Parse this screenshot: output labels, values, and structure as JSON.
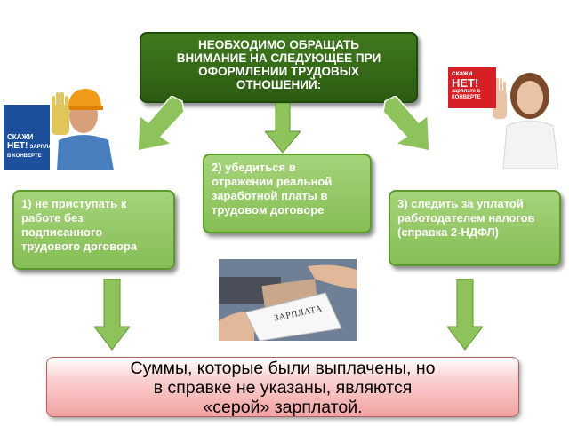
{
  "header": {
    "lines": [
      "НЕОБХОДИМО ОБРАЩАТЬ",
      "ВНИМАНИЕ НА СЛЕДУЮЩЕЕ ПРИ",
      "ОФОРМЛЕНИИ ТРУДОВЫХ",
      "ОТНОШЕНИЙ:"
    ]
  },
  "items": [
    {
      "lines": [
        "1) не приступать к",
        "работе без",
        "подписанного",
        "трудового договора"
      ]
    },
    {
      "lines": [
        "2) убедиться в",
        "отражении реальной",
        "заработной платы в",
        "трудовом договоре"
      ]
    },
    {
      "lines": [
        "3) следить за уплатой",
        "работодателем налогов",
        "(справка 2-НДФЛ)"
      ]
    }
  ],
  "conclusion": {
    "lines": [
      "Суммы, которые были выплачены, но",
      "в справке не указаны, являются",
      "«серой» зарплатой."
    ]
  },
  "left_sign": {
    "line1": "СКАЖИ",
    "line2": "НЕТ!",
    "line2b": "ЗАРПЛАТЕ",
    "line3": "В КОНВЕРТЕ"
  },
  "right_sign": {
    "line1": "скажи",
    "line2": "НЕТ!",
    "line3": "зарплате в",
    "line4": "КОНВЕРТЕ"
  },
  "envelope": {
    "label": "ЗАРПЛАТА"
  },
  "colors": {
    "dark_green": "#2f5f16",
    "light_green": "#93c866",
    "arrow_green": "#8dc35a",
    "banner_pink": "#f6b4b4",
    "sign_blue": "#1e4f9a",
    "sign_red": "#d71f26"
  }
}
